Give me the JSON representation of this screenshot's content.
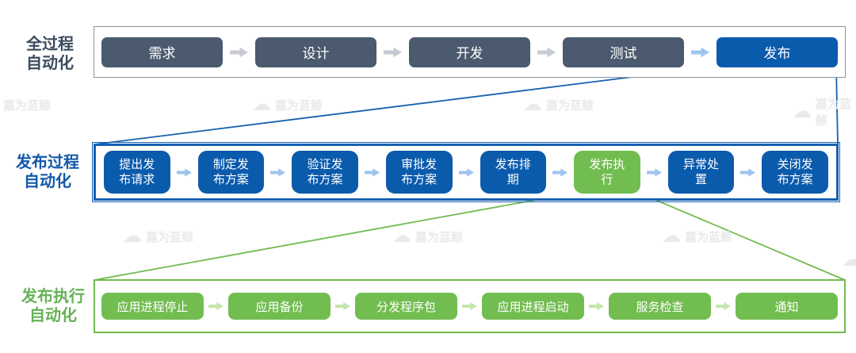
{
  "watermark": {
    "text": "嘉为蓝鲸"
  },
  "colors": {
    "dark_box": "#4b5a6e",
    "blue_box": "#0b5bad",
    "green_box": "#72bd50",
    "blue_border": "#1660b2",
    "green_border": "#71bc50",
    "gray_border": "#8b949e",
    "label_dark": "#3b4a5e",
    "label_blue": "#1258aa",
    "label_green": "#65b257",
    "arrow_gray": "#c6cbd3",
    "arrow_light_blue": "#9cc4ee",
    "arrow_light_green": "#c4e6ab"
  },
  "rows": [
    {
      "label": "全过程\n自动化",
      "steps": [
        "需求",
        "设计",
        "开发",
        "测试",
        "发布"
      ]
    },
    {
      "label": "发布过程\n自动化",
      "steps": [
        "提出发\n布请求",
        "制定发\n布方案",
        "验证发\n布方案",
        "审批发\n布方案",
        "发布排\n期",
        "发布执\n行",
        "异常处\n置",
        "关闭发\n布方案"
      ]
    },
    {
      "label": "发布执行\n自动化",
      "steps": [
        "应用进程停止",
        "应用备份",
        "分发程序包",
        "应用进程启动",
        "服务检查",
        "通知"
      ]
    }
  ]
}
